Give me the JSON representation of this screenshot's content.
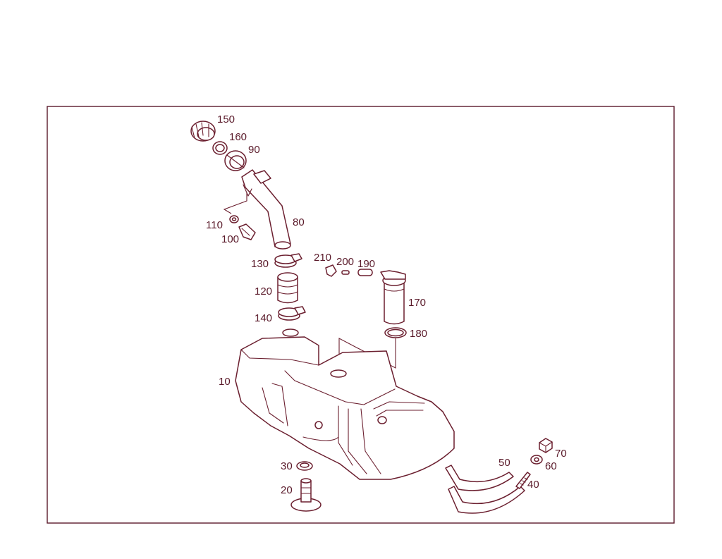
{
  "diagram": {
    "colors": {
      "line": "#6b1f2f",
      "text": "#5a1a2a",
      "background": "#ffffff"
    },
    "callouts": {
      "p10": "10",
      "p20": "20",
      "p30": "30",
      "p40": "40",
      "p50": "50",
      "p60": "60",
      "p70": "70",
      "p80": "80",
      "p90": "90",
      "p100": "100",
      "p110": "110",
      "p120": "120",
      "p130": "130",
      "p140": "140",
      "p150": "150",
      "p160": "160",
      "p170": "170",
      "p180": "180",
      "p190": "190",
      "p200": "200",
      "p210": "210"
    }
  }
}
